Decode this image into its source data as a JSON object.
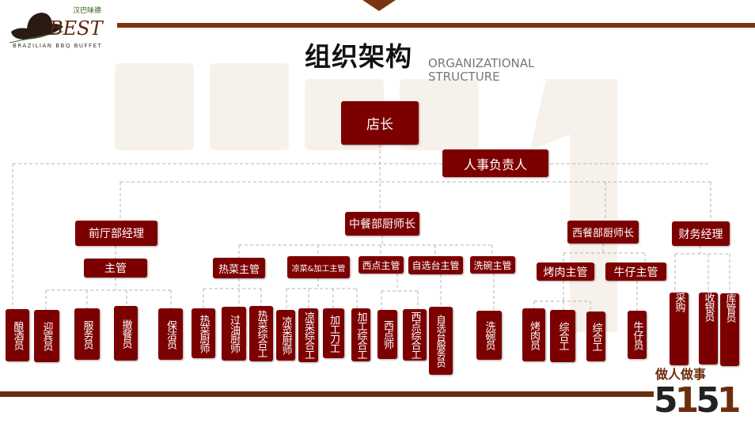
{
  "logo": {
    "cn": "汉巴味德",
    "mark": "BEST",
    "tagline": "BRAZILIAN BBQ BUFFET"
  },
  "watermark": "做人做事",
  "title": "组织架构",
  "subtitle": {
    "line1": "ORGANIZATIONAL",
    "line2": "STRUCTURE"
  },
  "top": {
    "store_manager": "店长",
    "hr": "人事负责人"
  },
  "departments": [
    "前厅部经理",
    "中餐部厨师长",
    "西餐部厨师长",
    "财务经理"
  ],
  "supervisors": [
    "主管",
    "热菜主管",
    "凉菜&加工主管",
    "西点主管",
    "自选台主管",
    "洗碗主管",
    "烤肉主管",
    "牛仔主管"
  ],
  "staff": [
    "酿酒员",
    "迎宾员",
    "服务员",
    "撤餐员",
    "保洁员",
    "热菜厨师",
    "过油厨师",
    "热菜综合工",
    "凉菜厨师",
    "凉菜综合工",
    "加工刀工",
    "加工综合工",
    "西点师",
    "西点综合工",
    "自选台服务员",
    "洗碗员",
    "烤肉员",
    "综合工",
    "综合工",
    "牛仔员",
    "采购",
    "收银员",
    "库管员"
  ],
  "brand": {
    "slogan": "做人做事",
    "number_a": "5",
    "number_b": "1",
    "number_c": "5",
    "number_d": "1"
  },
  "colors": {
    "box": "#7d0000",
    "accent": "#7a3410"
  }
}
